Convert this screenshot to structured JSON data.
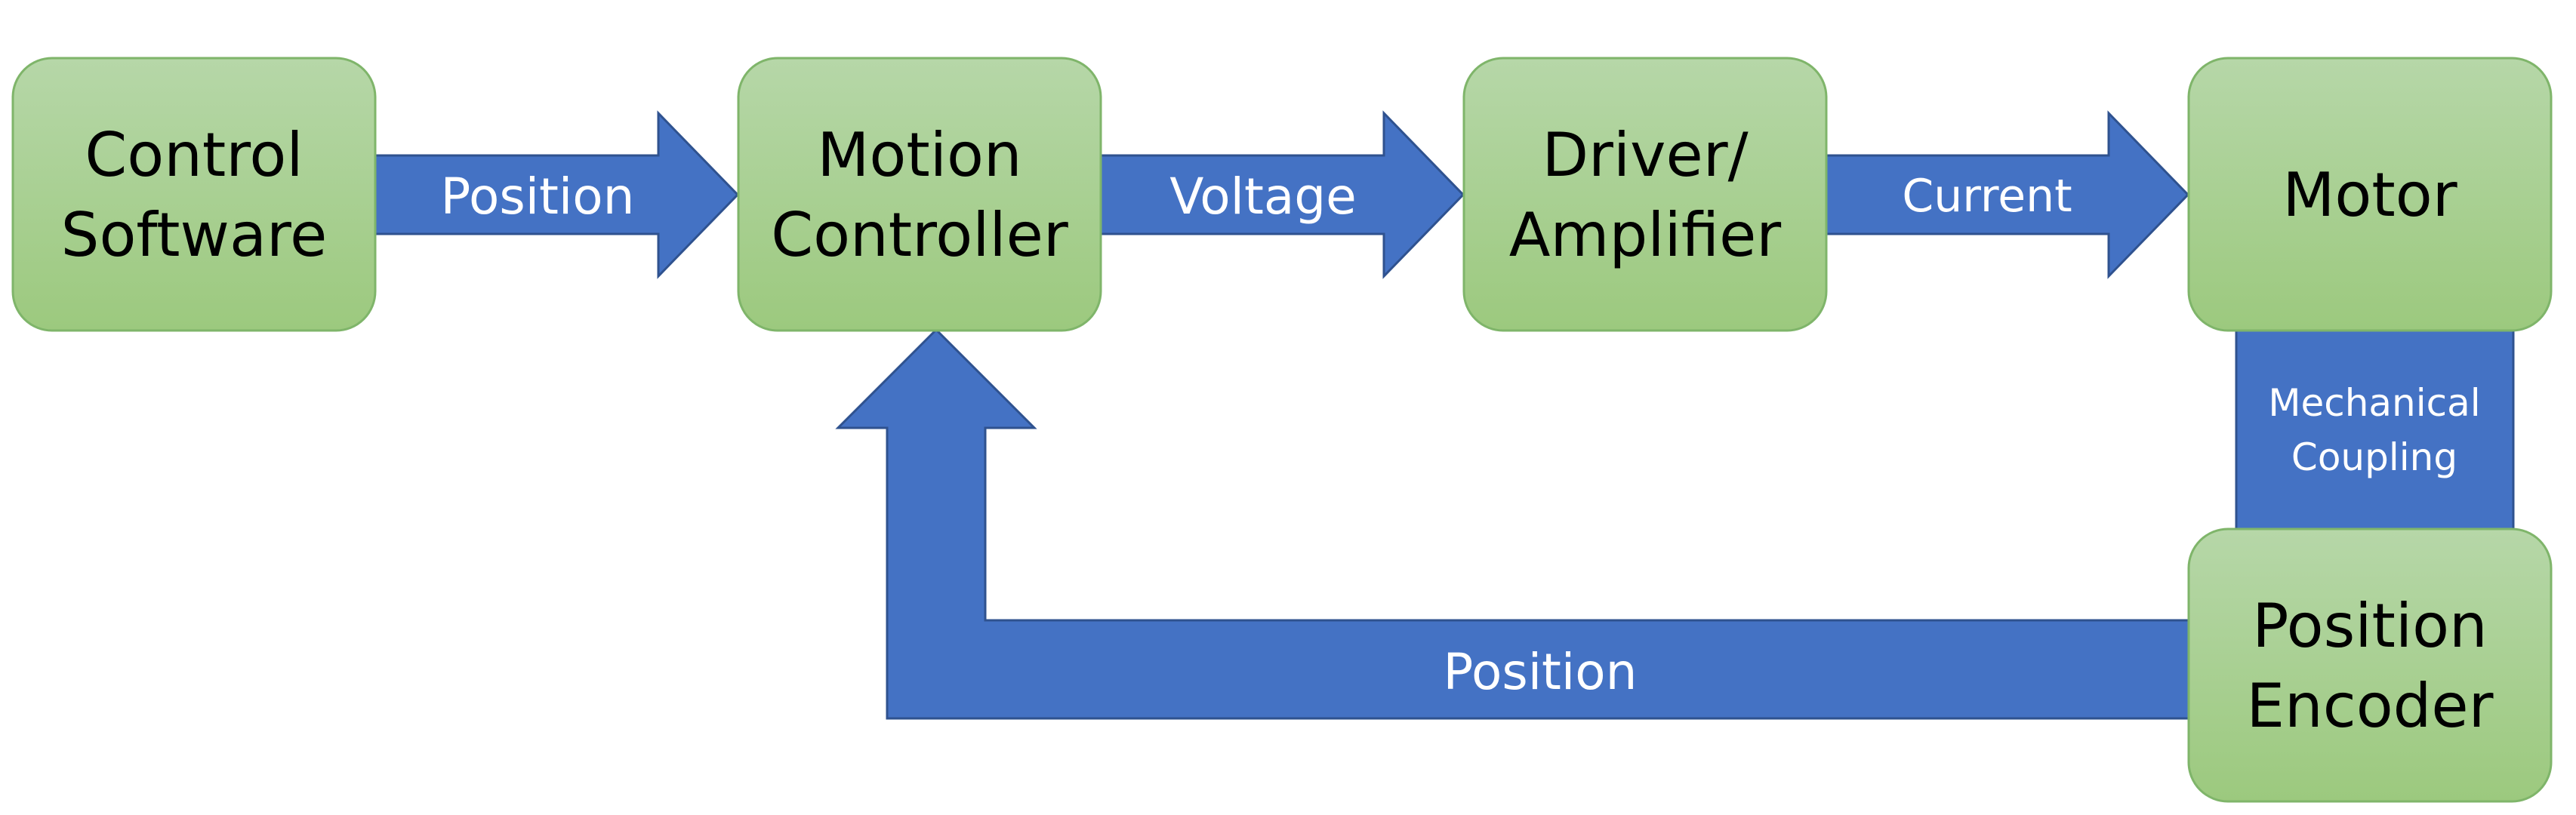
{
  "colors": {
    "box_fill_top": "#b6d7a8",
    "box_fill_bottom": "#9cc97e",
    "box_border": "#7fb56a",
    "arrow_fill": "#4472c4",
    "arrow_border": "#2f528f",
    "box_text": "#000000",
    "arrow_text": "#ffffff"
  },
  "blocks": {
    "control_software": [
      "Control",
      "Software"
    ],
    "motion_controller": [
      "Motion",
      "Controller"
    ],
    "driver_amplifier": [
      "Driver/",
      "Amplifier"
    ],
    "motor": [
      "Motor"
    ],
    "position_encoder": [
      "Position",
      "Encoder"
    ]
  },
  "connections": {
    "software_to_controller": [
      "Position"
    ],
    "controller_to_driver": [
      "Voltage"
    ],
    "driver_to_motor": [
      "Current"
    ],
    "motor_to_encoder": [
      "Mechanical",
      "Coupling"
    ],
    "encoder_to_controller": [
      "Position"
    ]
  }
}
